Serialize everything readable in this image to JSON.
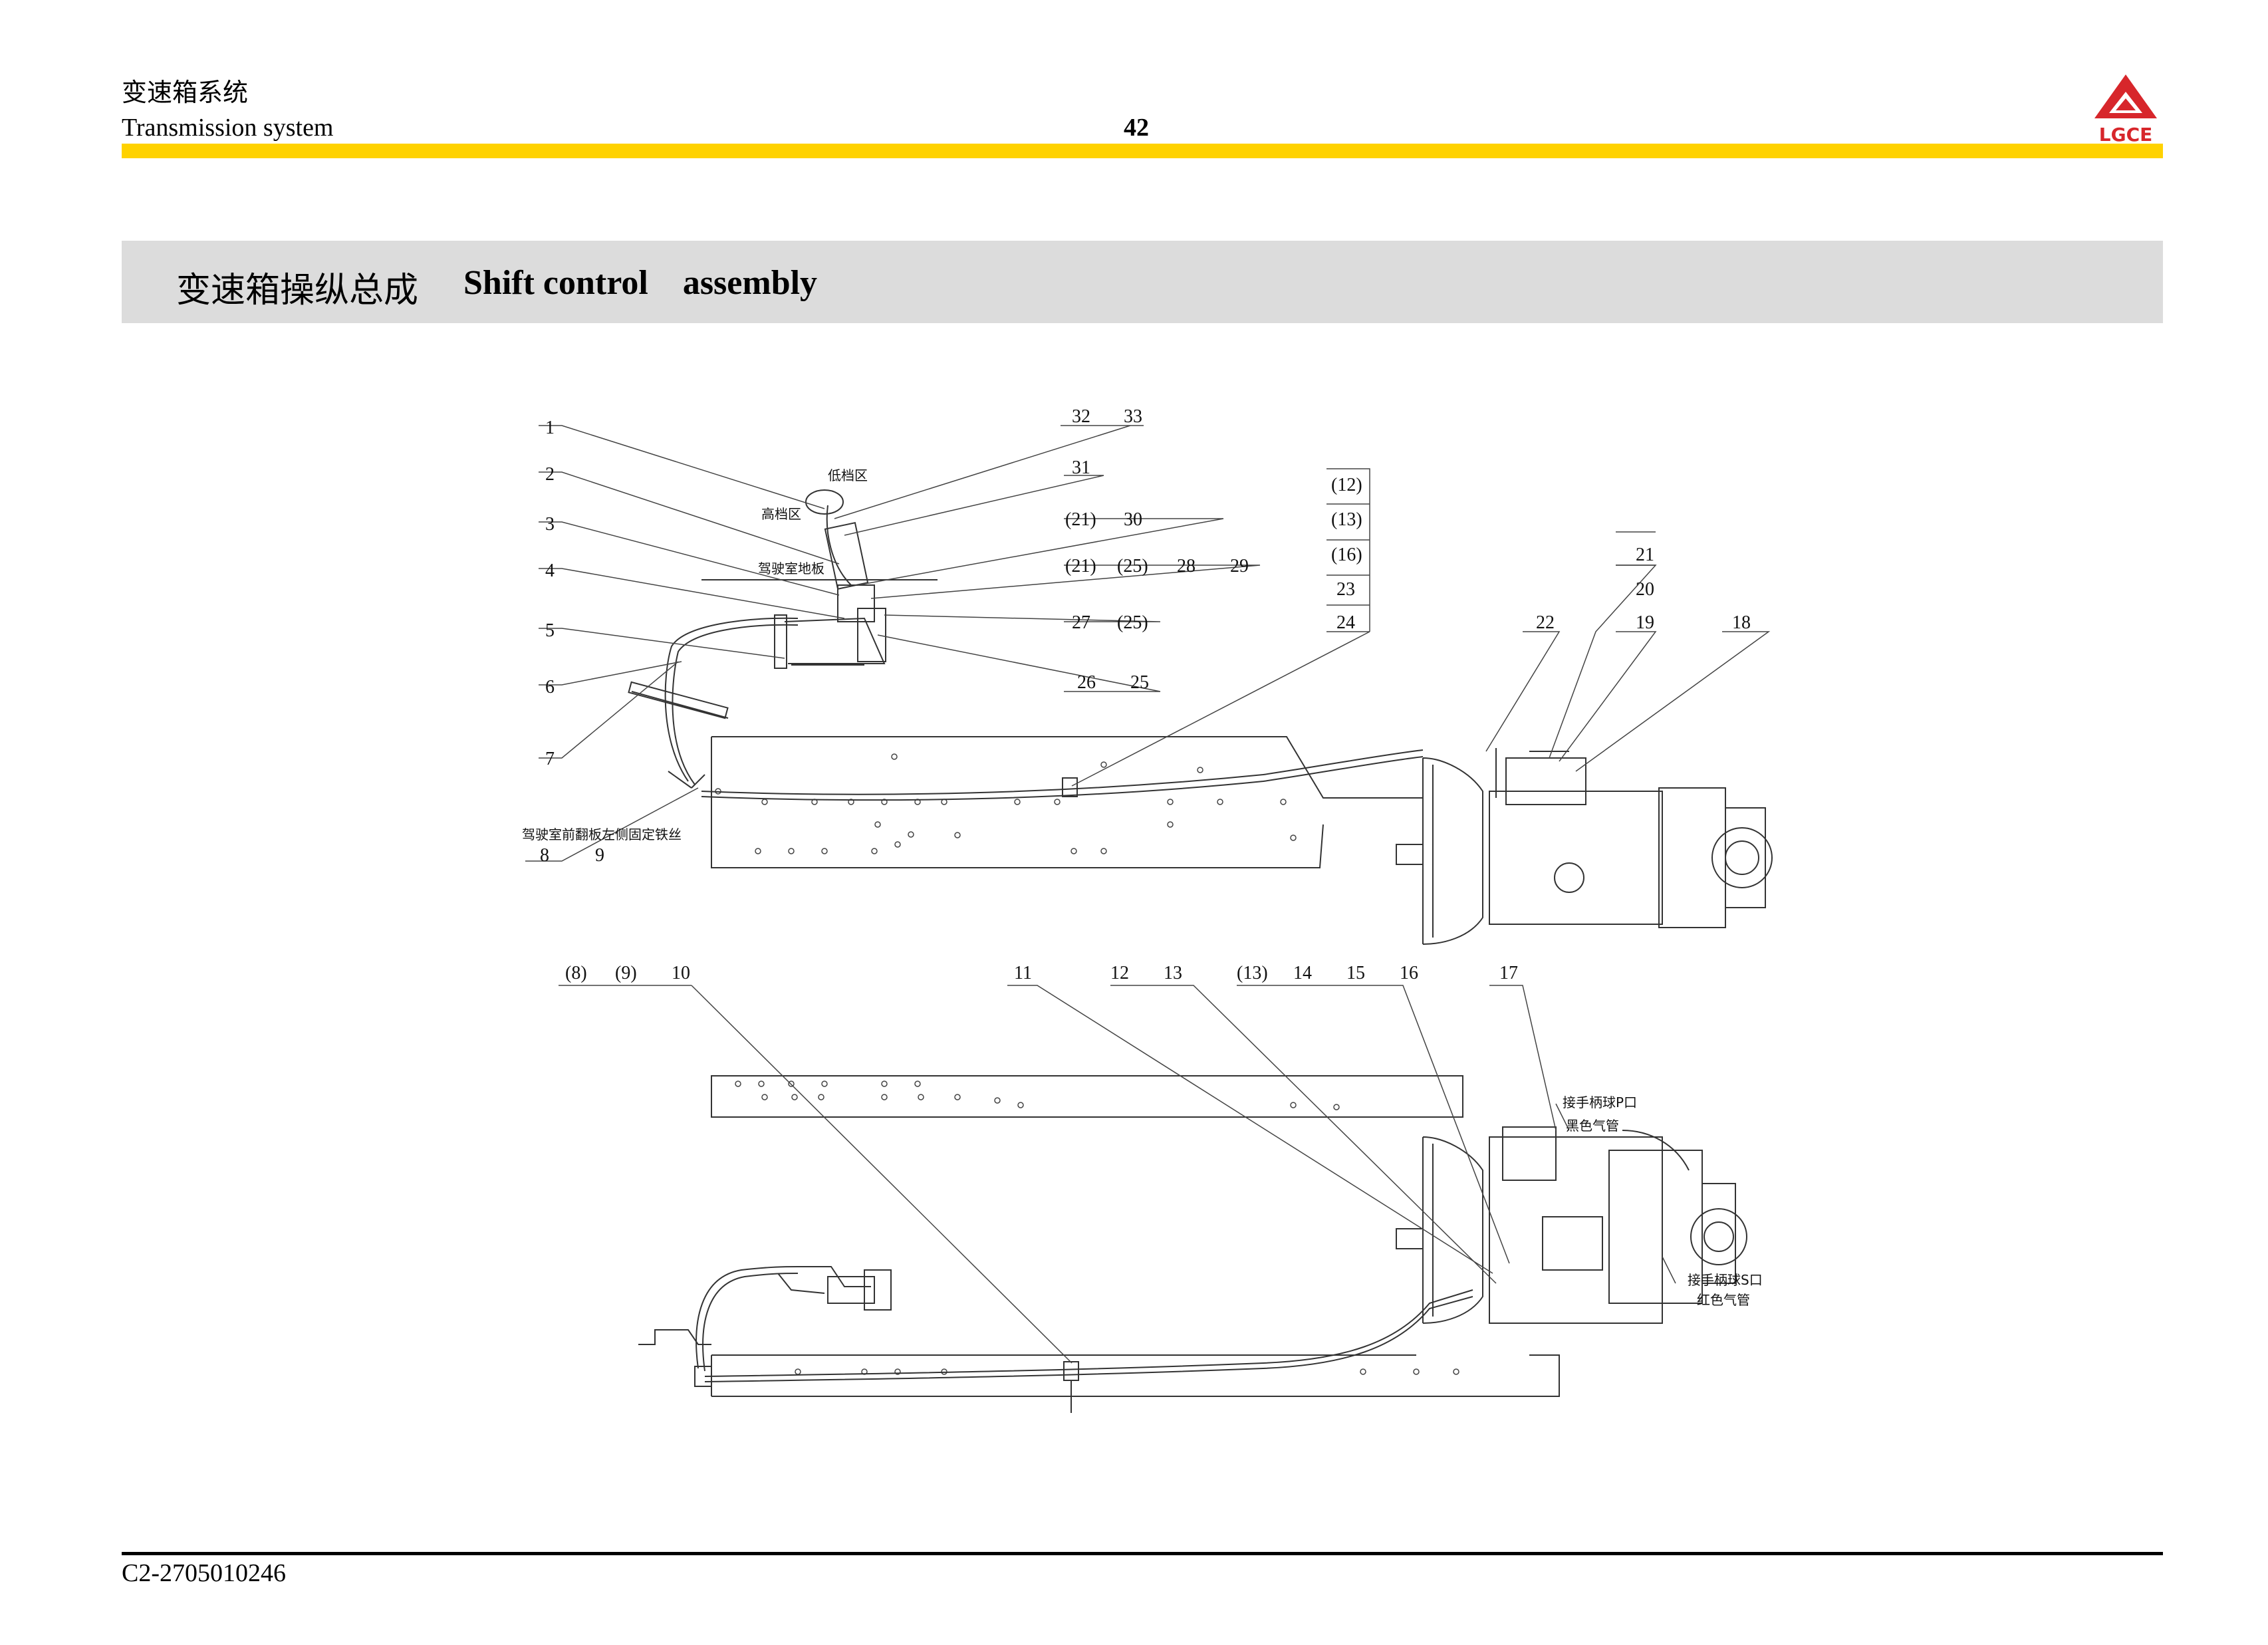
{
  "header": {
    "section_cn": "变速箱系统",
    "section_en": "Transmission system",
    "page_number": "42",
    "logo_text": "LGCE",
    "bar_color": "#FFD200"
  },
  "title": {
    "cn": "变速箱操纵总成",
    "en": "Shift control    assembly"
  },
  "drawing": {
    "callouts_upper": [
      "1",
      "2",
      "3",
      "4",
      "5",
      "6",
      "7",
      "8",
      "9",
      "32",
      "33",
      "31",
      "(21)",
      "30",
      "(21)",
      "(25)",
      "28",
      "29",
      "27",
      "(25)",
      "26",
      "25",
      "(12)",
      "(13)",
      "(16)",
      "23",
      "24",
      "22",
      "21",
      "20",
      "19",
      "18"
    ],
    "callouts_lower": [
      "(8)",
      "(9)",
      "10",
      "11",
      "12",
      "13",
      "(13)",
      "14",
      "15",
      "16",
      "17"
    ],
    "notes": {
      "low_range": "低档区",
      "high_range": "高档区",
      "cab_floor": "驾驶室地板",
      "cab_tilt_lock": "驾驶室前翻板左侧固定铁丝",
      "p_port": "接手柄球P口",
      "black_hose": "黑色气管",
      "s_port": "接手柄球S口",
      "red_hose": "红色气管"
    }
  },
  "footer": {
    "part_code": "C2-2705010246"
  }
}
